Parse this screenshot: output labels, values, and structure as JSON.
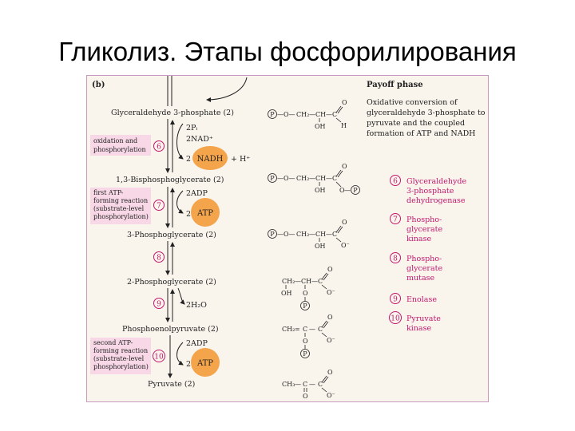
{
  "title": "Гликолиз. Этапы фосфорилирования",
  "panel_label": "(b)",
  "phase_title": "Payoff phase",
  "phase_desc": [
    "Oxidative conversion of",
    "glyceraldehyde 3-phosphate to",
    "pyruvate and the coupled",
    "formation of ATP and NADH"
  ],
  "metabolites": {
    "m1": "Glyceraldehyde 3-phosphate (2)",
    "m2": "1,3-Bisphosphoglycerate (2)",
    "m3": "3-Phosphoglycerate (2)",
    "m4": "2-Phosphoglycerate (2)",
    "m5": "Phosphoenolpyruvate (2)",
    "m6": "Pyruvate (2)"
  },
  "step_notes": {
    "s6": [
      "oxidation and",
      "phosphorylation"
    ],
    "s7": [
      "first ATP-",
      "forming reaction",
      "(substrate-level",
      "phosphorylation)"
    ],
    "s10": [
      "second ATP-",
      "forming reaction",
      "(substrate-level",
      "phosphorylation)"
    ]
  },
  "reagents": {
    "pi": "2Pᵢ",
    "nad": "2NAD⁺",
    "nadh_coef": "2",
    "nadh": "NADH",
    "h": "+ H⁺",
    "adp1": "2ADP",
    "atp1_coef": "2",
    "atp1": "ATP",
    "h2o": "2H₂O",
    "adp2": "2ADP",
    "atp2_coef": "2",
    "atp2": "ATP"
  },
  "step_numbers": [
    "6",
    "7",
    "8",
    "9",
    "10"
  ],
  "enzymes": [
    {
      "num": "6",
      "lines": [
        "Glyceraldehyde",
        "3-phosphate",
        "dehydrogenase"
      ]
    },
    {
      "num": "7",
      "lines": [
        "Phospho-",
        "glycerate",
        "kinase"
      ]
    },
    {
      "num": "8",
      "lines": [
        "Phospho-",
        "glycerate",
        "mutase"
      ]
    },
    {
      "num": "9",
      "lines": [
        "Enolase"
      ]
    },
    {
      "num": "10",
      "lines": [
        "Pyruvate",
        "kinase"
      ]
    }
  ],
  "structure_labels": {
    "P": "P",
    "O": "O",
    "H": "H",
    "OH": "OH",
    "Ominus": "O⁻",
    "CH2": "CH₂",
    "CH": "CH",
    "C": "C",
    "CH3": "CH₃",
    "dash_o_dash": "—O—",
    "dash_o": "—O",
    "dash": "—",
    "eq": "="
  },
  "colors": {
    "pink": "#c2186e",
    "pink_box": "#f8d8e6",
    "orange": "#f4a44a",
    "panel_bg": "#f9f4ec",
    "panel_border": "#c99ac0"
  }
}
